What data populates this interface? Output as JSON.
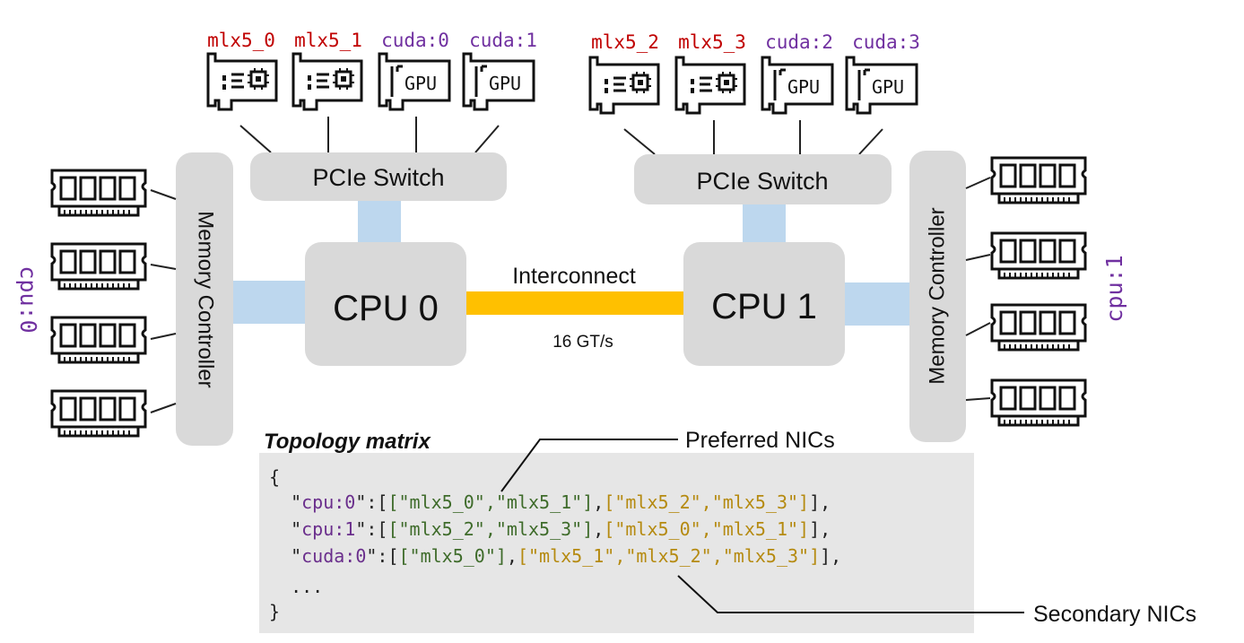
{
  "labels": {
    "nic0": "mlx5_0",
    "nic1": "mlx5_1",
    "gpu0": "cuda:0",
    "gpu1": "cuda:1",
    "nic2": "mlx5_2",
    "nic3": "mlx5_3",
    "gpu2": "cuda:2",
    "gpu3": "cuda:3",
    "gpu_card": "GPU",
    "pcie_switch": "PCIe Switch",
    "memory_controller": "Memory Controller",
    "cpu0": "CPU 0",
    "cpu1": "CPU 1",
    "interconnect": "Interconnect",
    "interconnect_speed": "16 GT/s",
    "numa0": "cpu:0",
    "numa1": "cpu:1",
    "matrix_title": "Topology matrix",
    "preferred": "Preferred NICs",
    "secondary": "Secondary NICs"
  },
  "colors": {
    "nic_label": "#c00000",
    "gpu_label": "#7030a0",
    "box": "#d9d9d9",
    "link": "#bdd7ee",
    "interconnect": "#ffc000",
    "code_bg": "#e6e6e6",
    "key": "#6a2e8c",
    "preferred_value": "#3e6b2a",
    "secondary_value": "#b58a10"
  },
  "code": {
    "open": "{",
    "row1": {
      "key": "cpu:0",
      "preferred": "[\"mlx5_0\",\"mlx5_1\"]",
      "secondary": "[\"mlx5_2\",\"mlx5_3\"]",
      "end": "],",
      "sep": ","
    },
    "row2": {
      "key": "cpu:1",
      "preferred": "[\"mlx5_2\",\"mlx5_3\"]",
      "secondary": "[\"mlx5_0\",\"mlx5_1\"]",
      "end": "],",
      "sep": ","
    },
    "row3": {
      "key": "cuda:0",
      "preferred": "[\"mlx5_0\"]",
      "secondary": "[\"mlx5_1\",\"mlx5_2\",\"mlx5_3\"]",
      "end": "],",
      "sep": ","
    },
    "ellipsis": "...",
    "close": "}"
  }
}
